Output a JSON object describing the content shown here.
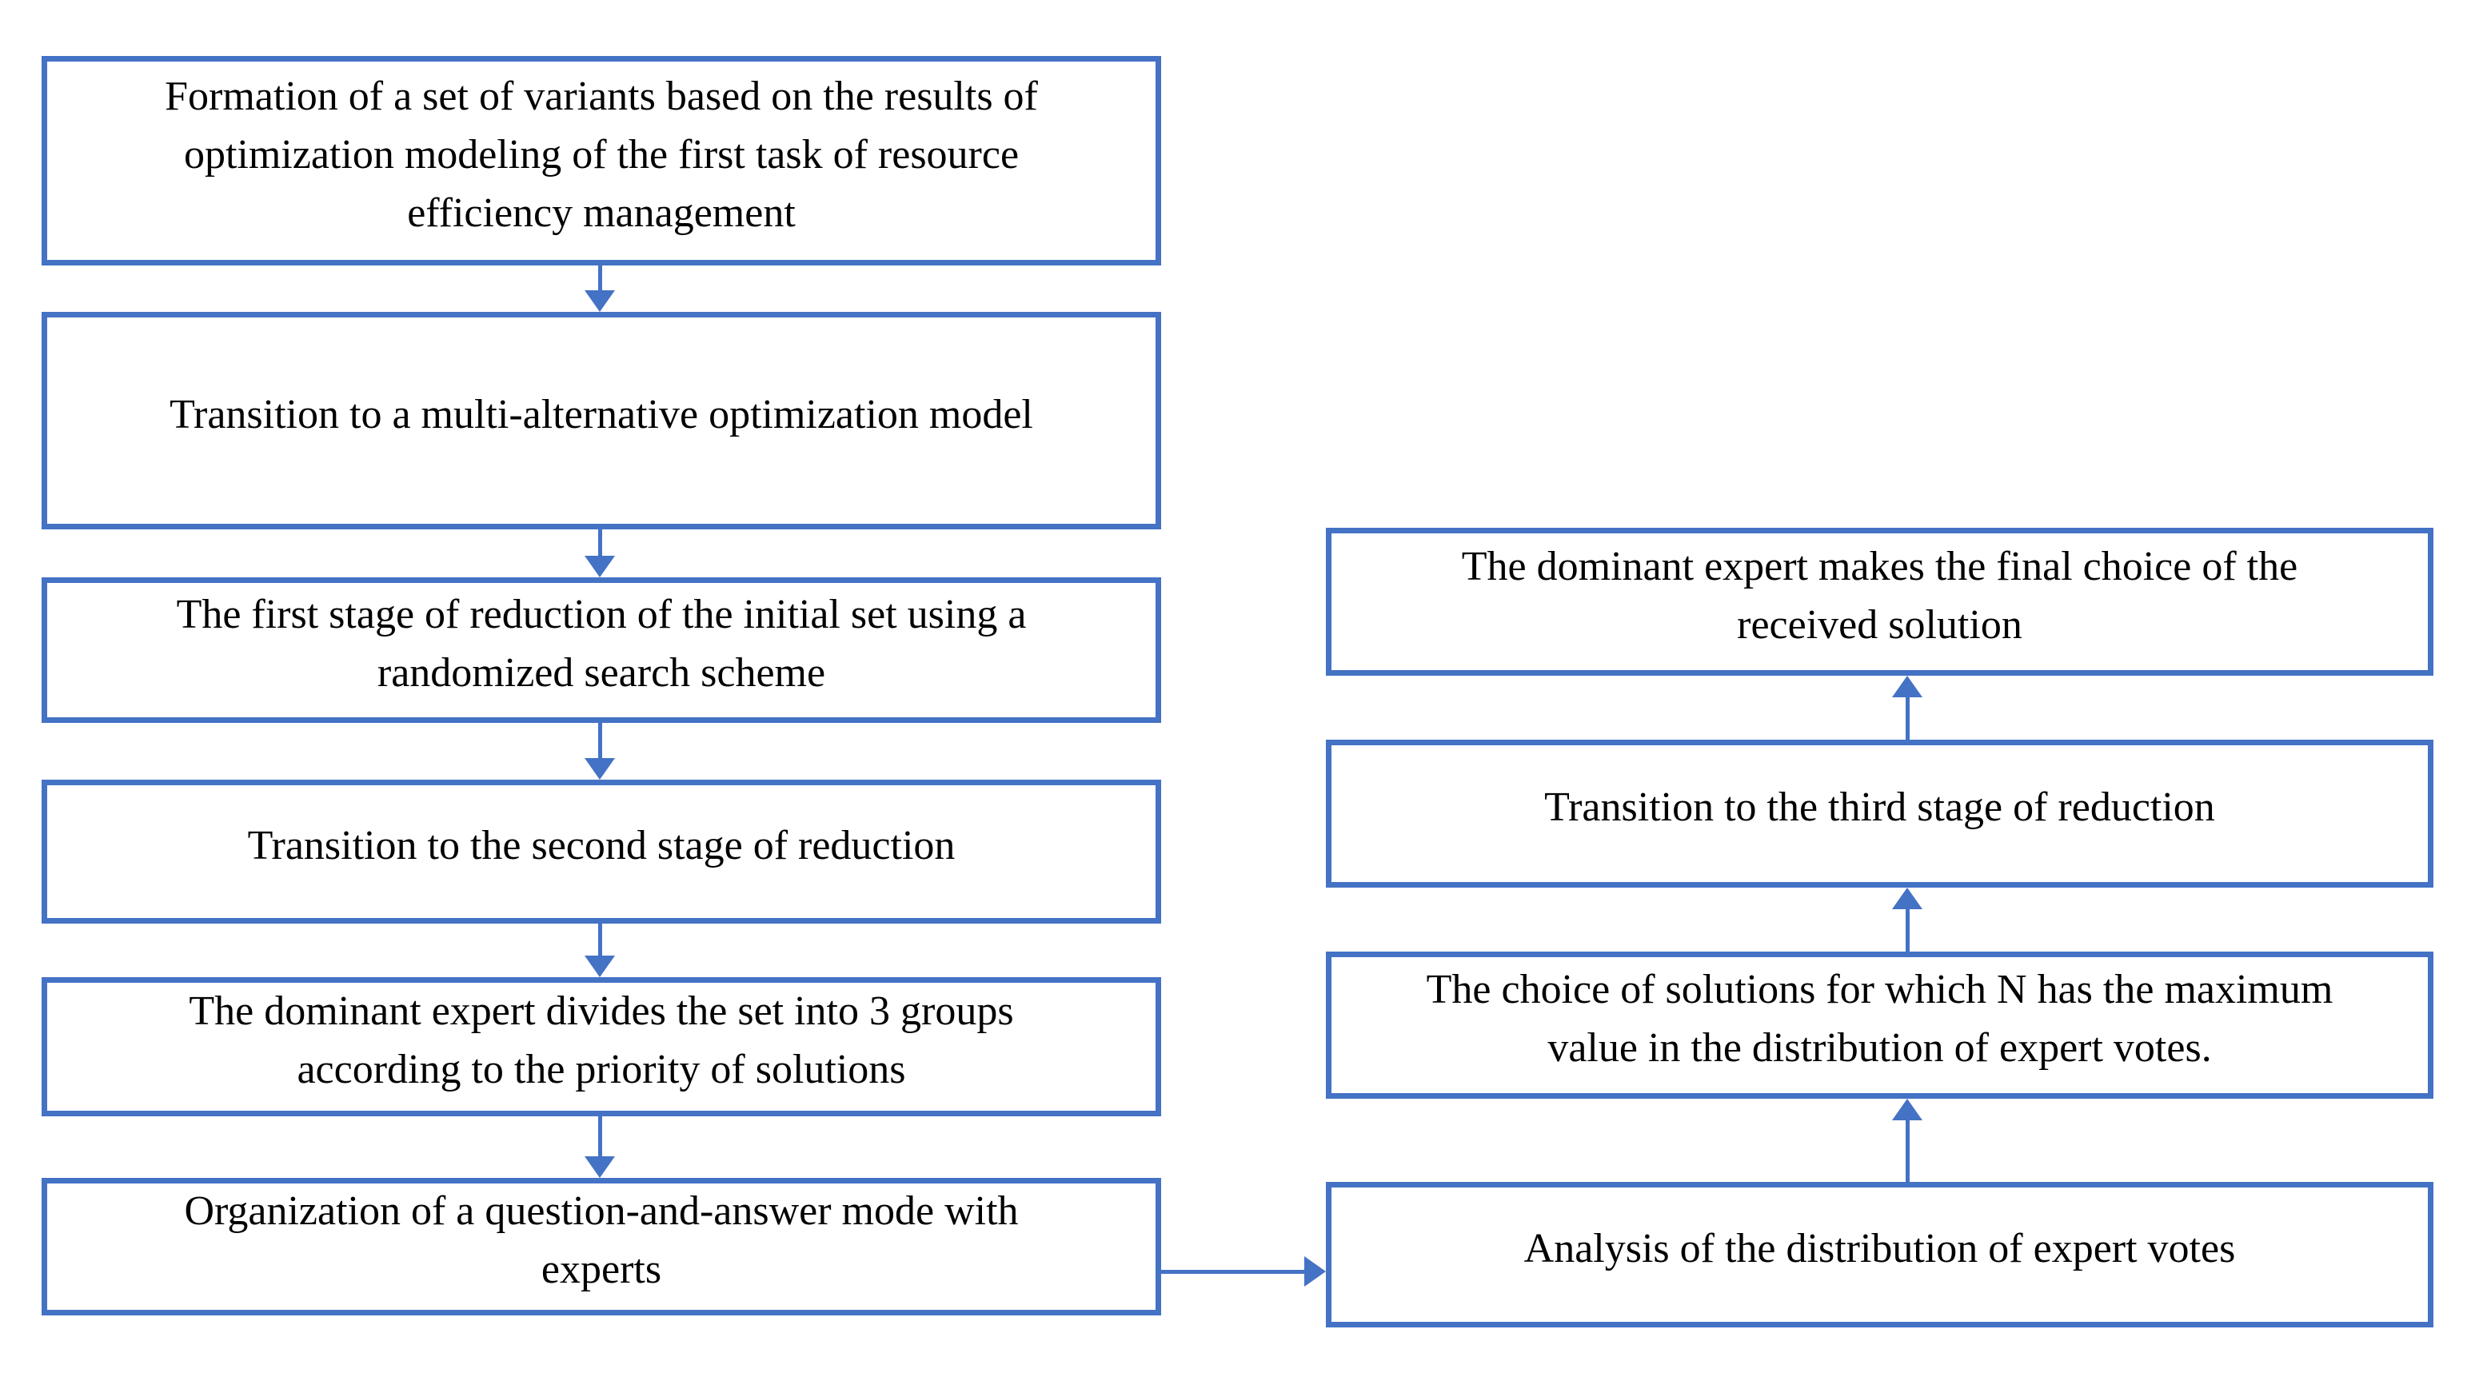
{
  "diagram": {
    "colors": {
      "accent": "#4472C4",
      "text": "#000000",
      "background": "#ffffff"
    },
    "left_column": {
      "boxes": [
        {
          "id": "formation-of-variants",
          "text": "Formation of a set of variants based on the results of\noptimization modeling of the first task of resource\nefficiency management"
        },
        {
          "id": "transition-multi-alternative-model",
          "text": "Transition to a multi-alternative optimization model"
        },
        {
          "id": "first-stage-reduction",
          "text": "The first stage of reduction of the initial set using a\nrandomized search scheme"
        },
        {
          "id": "transition-second-stage",
          "text": "Transition to the second stage of reduction"
        },
        {
          "id": "dominant-expert-divides-groups",
          "text": "The dominant expert divides the set into 3 groups\naccording to the priority of solutions"
        },
        {
          "id": "question-answer-mode",
          "text": "Organization of a question-and-answer mode with\nexperts"
        }
      ]
    },
    "right_column": {
      "boxes": [
        {
          "id": "final-choice",
          "text": "The dominant expert makes the final choice of the\nreceived solution"
        },
        {
          "id": "transition-third-stage",
          "text": "Transition to the third stage of reduction"
        },
        {
          "id": "choice-max-n",
          "text": "The choice of solutions for which N has the maximum\nvalue in the distribution of expert votes."
        },
        {
          "id": "analysis-expert-votes",
          "text": "Analysis of the distribution of expert votes"
        }
      ]
    },
    "connections": [
      {
        "from": "formation-of-variants",
        "to": "transition-multi-alternative-model",
        "direction": "down"
      },
      {
        "from": "transition-multi-alternative-model",
        "to": "first-stage-reduction",
        "direction": "down"
      },
      {
        "from": "first-stage-reduction",
        "to": "transition-second-stage",
        "direction": "down"
      },
      {
        "from": "transition-second-stage",
        "to": "dominant-expert-divides-groups",
        "direction": "down"
      },
      {
        "from": "dominant-expert-divides-groups",
        "to": "question-answer-mode",
        "direction": "down"
      },
      {
        "from": "question-answer-mode",
        "to": "analysis-expert-votes",
        "direction": "right"
      },
      {
        "from": "analysis-expert-votes",
        "to": "choice-max-n",
        "direction": "up"
      },
      {
        "from": "choice-max-n",
        "to": "transition-third-stage",
        "direction": "up"
      },
      {
        "from": "transition-third-stage",
        "to": "final-choice",
        "direction": "up"
      }
    ]
  }
}
